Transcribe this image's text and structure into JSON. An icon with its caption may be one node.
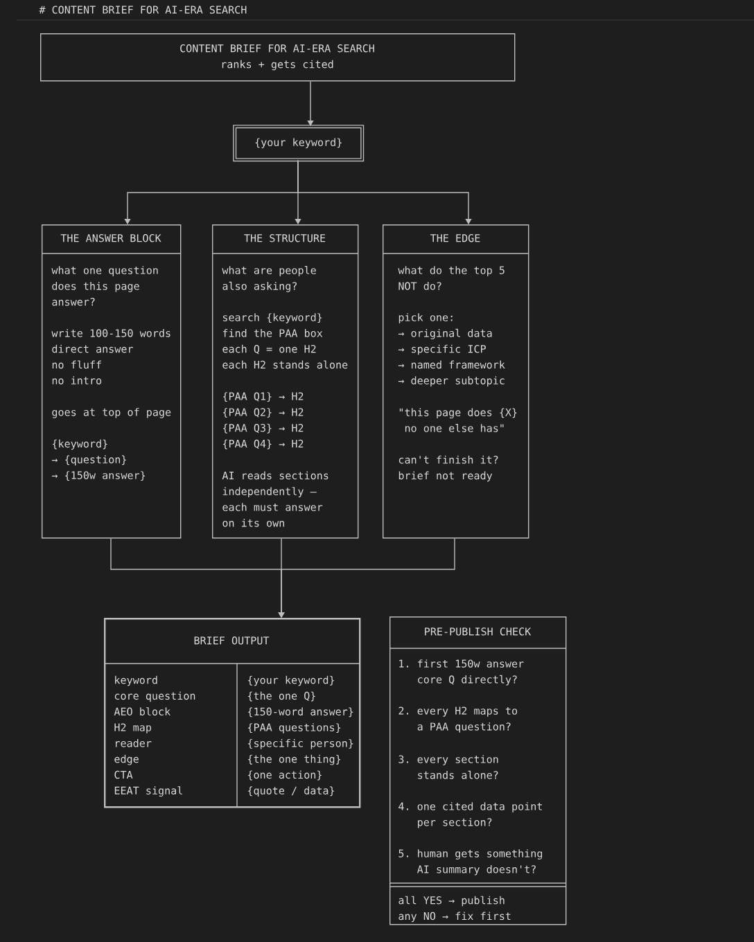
{
  "diagram": {
    "title": "# CONTENT BRIEF FOR AI-ERA SEARCH",
    "nodes": [
      {
        "text": [
          "CONTENT BRIEF FOR AI-ERA SEARCH",
          "ranks + gets cited"
        ]
      },
      {
        "text": [
          "{your keyword}"
        ]
      },
      {
        "text": [
          "THE ANSWER BLOCK",
          "what one question does this page answer?",
          "write 100-150 words",
          "direct answer",
          "no fluff",
          "no intro",
          "goes at top of page",
          "{keyword}",
          "→ {question}",
          "→ {150w answer}"
        ]
      },
      {
        "text": [
          "THE STRUCTURE",
          "what are people also asking?",
          "search {keyword}",
          "find the PAA box",
          "each Q = one H2",
          "each H2 stands alone",
          "{PAA Q1} → H2",
          "{PAA Q2} → H2",
          "{PAA Q3} → H2",
          "{PAA Q4} → H2",
          "AI reads sections independently — each must answer on its own"
        ]
      },
      {
        "text": [
          "THE EDGE",
          "what do the top 5 NOT do?",
          "pick one:",
          "→ original data",
          "→ specific ICP",
          "→ named framework",
          "→ deeper subtopic",
          "\"this page does {X} no one else has\"",
          "can't finish it? brief not ready"
        ]
      },
      {
        "text": [
          "BRIEF OUTPUT",
          "keyword",
          "{your keyword}",
          "core question",
          "{the one Q}",
          "AEO block",
          "{150-word answer}",
          "H2 map",
          "{PAA questions}",
          "reader",
          "{specific person}",
          "edge",
          "{the one thing}",
          "CTA",
          "{one action}",
          "EEAT signal",
          "{quote / data}"
        ]
      },
      {
        "text": [
          "PRE-PUBLISH CHECK",
          "1. first 150w answer core Q directly?",
          "2. every H2 maps to a PAA question?",
          "3. every section stands alone?",
          "4. one cited data point per section?",
          "5. human gets something AI summary doesn't?",
          "all YES → publish",
          "any NO → fix first"
        ]
      }
    ],
    "edges": [
      {
        "from": 0,
        "to": 1,
        "arrow": "to"
      },
      {
        "from": 1,
        "to": 2,
        "arrow": "to"
      },
      {
        "from": 1,
        "to": 3,
        "arrow": "to"
      },
      {
        "from": 1,
        "to": 4,
        "arrow": "to"
      },
      {
        "from": 2,
        "to": 5,
        "arrow": "to"
      },
      {
        "from": 3,
        "to": 5,
        "arrow": "to"
      },
      {
        "from": 4,
        "to": 5,
        "arrow": "to"
      }
    ]
  }
}
